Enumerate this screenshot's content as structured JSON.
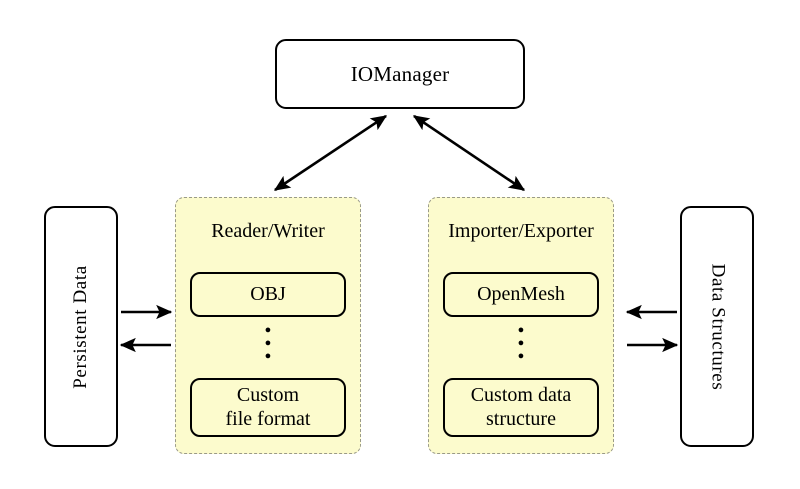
{
  "diagram": {
    "title_node": {
      "label": "IOManager"
    },
    "left_side_box": {
      "label": "Persistent Data"
    },
    "right_side_box": {
      "label": "Data Structures"
    },
    "panels": [
      {
        "title": "Reader/Writer",
        "items": [
          {
            "label": "OBJ"
          },
          {
            "label": "Custom\nfile format",
            "line1": "Custom",
            "line2": "file format"
          }
        ],
        "ellipsis": "⋮"
      },
      {
        "title": "Importer/Exporter",
        "items": [
          {
            "label": "OpenMesh"
          },
          {
            "label": "Custom data\nstructure",
            "line1": "Custom data",
            "line2": "structure"
          }
        ],
        "ellipsis": "⋮"
      }
    ],
    "arrows": [
      {
        "name": "manager-to-reader",
        "style": "double-headed",
        "from": "IOManager",
        "to": "Reader/Writer"
      },
      {
        "name": "manager-to-importer",
        "style": "double-headed",
        "from": "IOManager",
        "to": "Importer/Exporter"
      },
      {
        "name": "persistent-to-reader",
        "style": "single-headed",
        "direction": "right",
        "from": "Persistent Data",
        "to": "Reader/Writer"
      },
      {
        "name": "reader-to-persistent",
        "style": "single-headed",
        "direction": "left",
        "from": "Reader/Writer",
        "to": "Persistent Data"
      },
      {
        "name": "structures-to-importer",
        "style": "single-headed",
        "direction": "left",
        "from": "Data Structures",
        "to": "Importer/Exporter"
      },
      {
        "name": "importer-to-structures",
        "style": "single-headed",
        "direction": "right",
        "from": "Importer/Exporter",
        "to": "Data Structures"
      }
    ],
    "colors": {
      "panel_fill": "#fcfbcd",
      "panel_border": "#9a9a88",
      "box_fill": "#ffffff",
      "stroke": "#000000",
      "background": "#ffffff"
    }
  }
}
